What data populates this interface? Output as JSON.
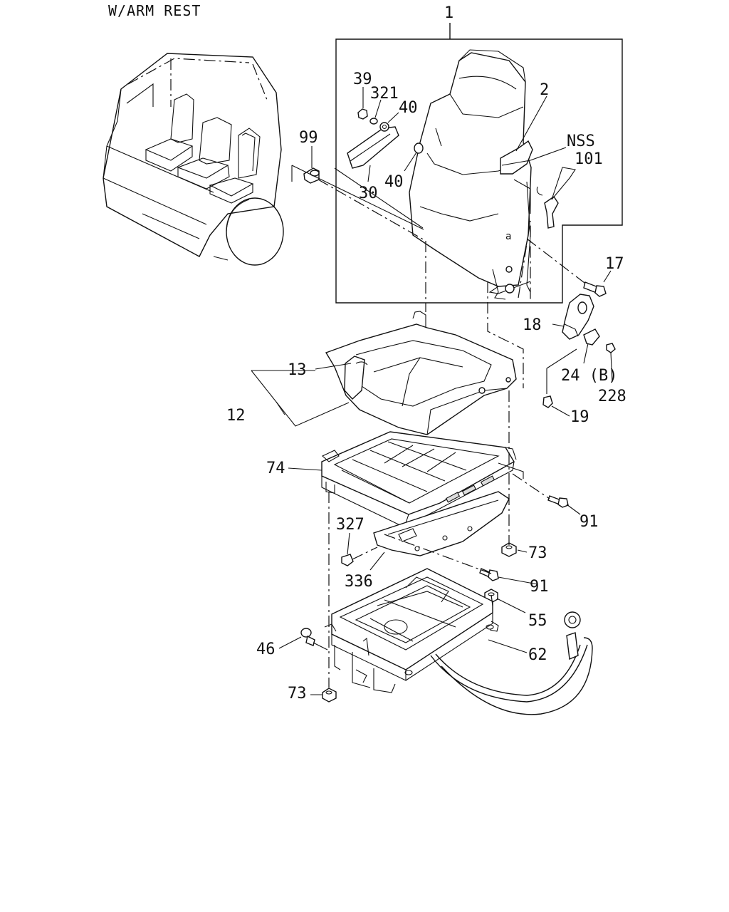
{
  "title": "W/ARM REST",
  "callouts": {
    "c1": "1",
    "c2": "2",
    "c39": "39",
    "c321": "321",
    "c40a": "40",
    "c40b": "40",
    "c30": "30",
    "c99": "99",
    "cNSS": "NSS",
    "c101": "101",
    "c17": "17",
    "c18": "18",
    "c13": "13",
    "c24": "24 (B)",
    "c228": "228",
    "c19": "19",
    "c12": "12",
    "c74": "74",
    "c91a": "91",
    "c327": "327",
    "c73a": "73",
    "c336": "336",
    "c91b": "91",
    "c55": "55",
    "c46": "46",
    "c62": "62",
    "c73b": "73"
  }
}
